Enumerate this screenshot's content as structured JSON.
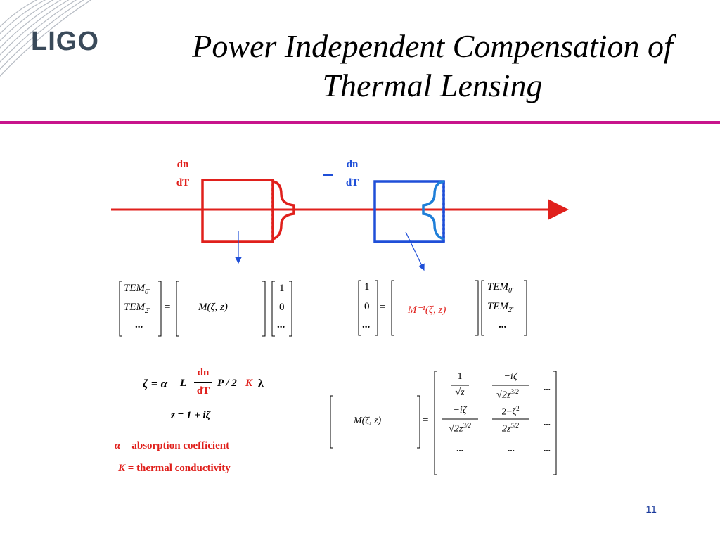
{
  "logo_text": "LIGO",
  "title": {
    "line1": "Power Independent Compensation of",
    "line2": "Thermal Lensing"
  },
  "diagram": {
    "red_fraction": {
      "num": "dn",
      "den": "dT"
    },
    "minus_sign": "−",
    "blue_fraction": {
      "num": "dn",
      "den": "dT"
    }
  },
  "left_equation": {
    "lhs": [
      "TEM",
      "TEM",
      "..."
    ],
    "lhs_sub": [
      "0̄",
      "2̄"
    ],
    "equals": "=",
    "matrix_label": "M(ζ, z)",
    "vector": [
      "1",
      "0",
      "..."
    ]
  },
  "right_equation": {
    "vector": [
      "1",
      "0",
      "..."
    ],
    "equals": "=",
    "matrix_label": "M⁻¹(ζ, z)",
    "rhs": [
      "TEM",
      "TEM",
      "..."
    ],
    "rhs_sub": [
      "0̄",
      "2̄"
    ]
  },
  "zeta_def": {
    "lhs": "ζ = α",
    "L": "L",
    "frac_num": "dn",
    "frac_den": "dT",
    "rest": "P / 2",
    "K": "K",
    "lambda": "λ"
  },
  "z_def": "z = 1 + iζ",
  "legend": {
    "alpha_symbol": "α",
    "alpha_text": " = absorption coefficient",
    "k_symbol": "K",
    "k_text": " = thermal conductivity"
  },
  "m_matrix": {
    "label": "M(ζ, z)",
    "equals": "=",
    "cells": {
      "r1c1_num": "1",
      "r1c1_den": "√z",
      "r1c2_num": "−iζ",
      "r1c2_den": "√2z",
      "r1c2_exp": "3/2",
      "r1c3": "...",
      "r2c1_num": "−iζ",
      "r2c1_den": "√2z",
      "r2c1_exp": "3/2",
      "r2c2_num": "2−ζ",
      "r2c2_num_exp": "2",
      "r2c2_den": "2z",
      "r2c2_exp": "5/2",
      "r2c3": "...",
      "r3c1": "...",
      "r3c2": "...",
      "r3c3": "..."
    }
  },
  "slide_number": "11",
  "colors": {
    "accent_rule": "#c8148c",
    "red": "#e0201c",
    "blue": "#1f4fd8"
  }
}
